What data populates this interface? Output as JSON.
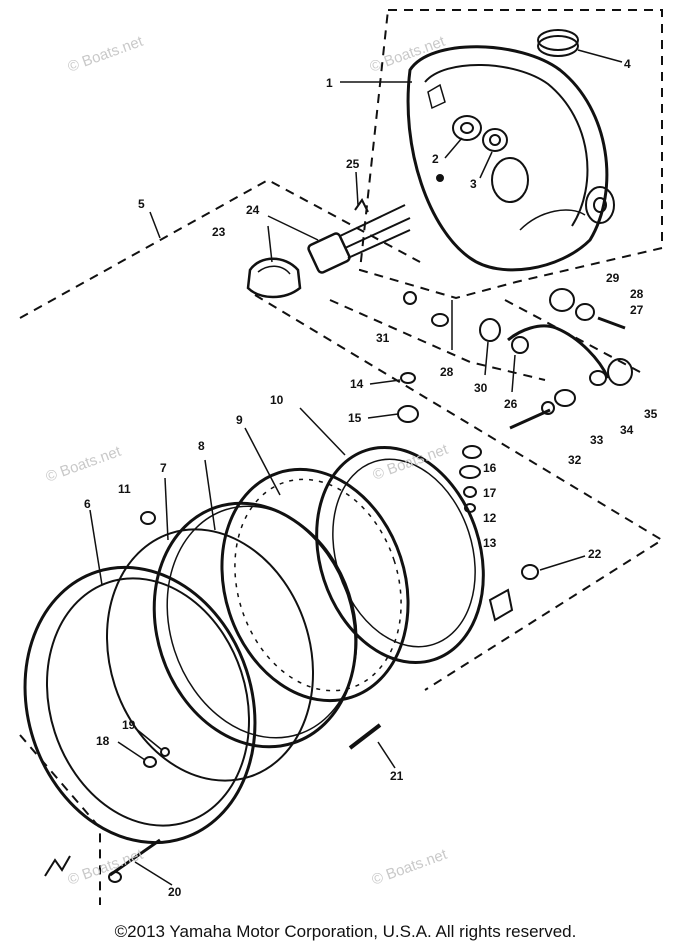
{
  "watermark": "© Boats.net",
  "callouts": [
    "1",
    "2",
    "3",
    "4",
    "5",
    "6",
    "7",
    "8",
    "9",
    "10",
    "11",
    "12",
    "13",
    "14",
    "15",
    "16",
    "17",
    "18",
    "19",
    "20",
    "21",
    "22",
    "23",
    "24",
    "25",
    "26",
    "27",
    "28",
    "28",
    "29",
    "30",
    "31",
    "32",
    "33",
    "34",
    "35"
  ],
  "copyright": "©2013 Yamaha Motor Corporation, U.S.A. All rights reserved."
}
